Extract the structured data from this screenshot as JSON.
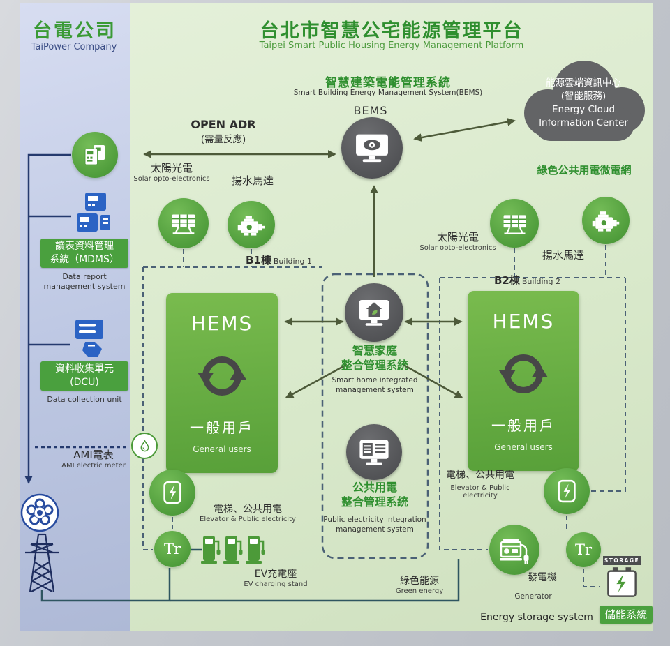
{
  "colors": {
    "accent_green": "#4c9a39",
    "label_green": "#4aa03e",
    "title_green": "#2f8f2f",
    "sidebar_blue": "#c4cde8",
    "panel_green": "#d9e9cb",
    "dark_gray": "#58595b",
    "navy": "#253a6e"
  },
  "sidebar": {
    "company_zh": "台電公司",
    "company_en": "TaiPower Company",
    "mdms_zh1": "讀表資料管理",
    "mdms_zh2": "系統（MDMS）",
    "mdms_en1": "Data report",
    "mdms_en2": "management system",
    "dcu_zh1": "資料收集單元",
    "dcu_zh2": "(DCU)",
    "dcu_en": "Data collection unit",
    "ami_zh": "AMI電表",
    "ami_en": "AMI electric meter"
  },
  "header": {
    "title_zh": "台北市智慧公宅能源管理平台",
    "title_en": "Taipei Smart Public Housing Energy Management Platform"
  },
  "bems": {
    "heading_zh": "智慧建築電能管理系統",
    "heading_en": "Smart Building Energy Management System(BEMS)",
    "label": "BEMS"
  },
  "open_adr": {
    "line1": "OPEN ADR",
    "line2": "(需量反應)"
  },
  "cloud": {
    "zh1": "能源雲端資訊中心",
    "zh2": "(智能服務)",
    "en1": "Energy Cloud",
    "en2": "Information Center",
    "caption": "綠色公共用電微電網"
  },
  "b1": {
    "solar_zh": "太陽光電",
    "solar_en": "Solar opto-electronics",
    "pump_zh": "揚水馬達",
    "name": "B1棟",
    "name_en": "Building 1",
    "hems": "HEMS",
    "users_zh": "一般用戶",
    "users_en": "General users"
  },
  "b2": {
    "solar_zh": "太陽光電",
    "solar_en": "Solar opto-electronics",
    "pump_zh": "揚水馬達",
    "name": "B2棟",
    "name_en": "Building 2",
    "hems": "HEMS",
    "users_zh": "一般用戶",
    "users_en": "General users"
  },
  "smart_home": {
    "zh1": "智慧家庭",
    "zh2": "整合管理系統",
    "en1": "Smart home integrated",
    "en2": "management system"
  },
  "public_power": {
    "zh1": "公共用電",
    "zh2": "整合管理系統",
    "en1": "Public electricity integration",
    "en2": "management system"
  },
  "bottom_left": {
    "elev_zh": "電梯、公共用電",
    "elev_en": "Elevator & Public electricity",
    "tr": "Tr",
    "ev_zh": "EV充電座",
    "ev_en": "EV charging stand"
  },
  "bottom_right": {
    "elev_zh": "電梯、公共用電",
    "elev_en1": "Elevator & Public",
    "elev_en2": "electricity",
    "gen_zh": "發電機",
    "gen_en": "Generator",
    "tr": "Tr",
    "storage_tag": "STORAGE",
    "storage_zh": "儲能系統",
    "storage_en": "Energy storage system"
  },
  "green_energy": {
    "zh": "綠色能源",
    "en": "Green energy"
  }
}
